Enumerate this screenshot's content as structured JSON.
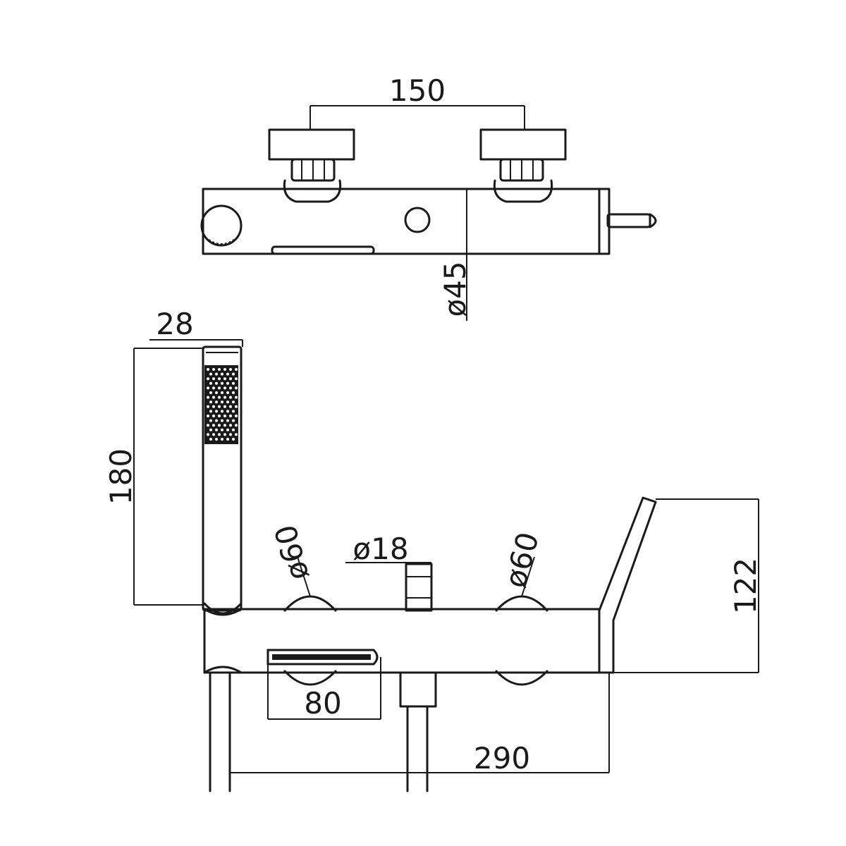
{
  "colors": {
    "line": "#1a1a1a",
    "background": "#ffffff"
  },
  "top_view": {
    "dim_handle_spacing": "150",
    "dim_body_diameter": "ø45"
  },
  "front_view": {
    "dim_handshower_width": "28",
    "dim_handshower_length": "180",
    "dim_left_knob": "ø60",
    "dim_diverter": "ø18",
    "dim_right_knob": "ø60",
    "dim_spout_height": "122",
    "dim_spout_width": "80",
    "dim_total_length": "290"
  }
}
